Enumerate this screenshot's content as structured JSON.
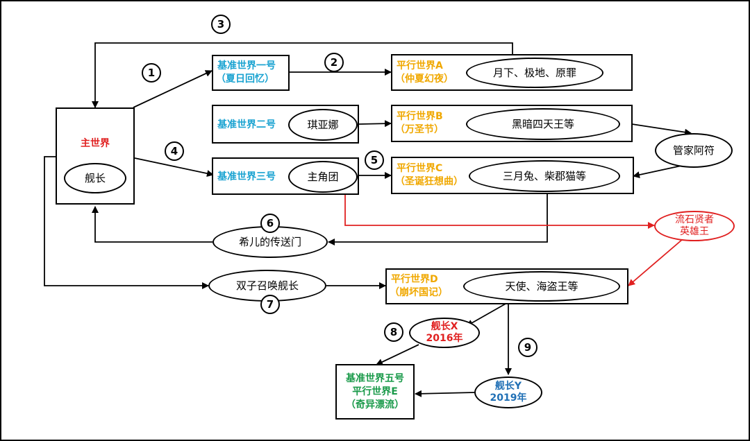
{
  "main_world": {
    "title": "主世界",
    "captain": "舰长"
  },
  "base_world_1": {
    "line1": "基准世界一号",
    "line2": "（夏日回忆）"
  },
  "base_world_2": {
    "label": "基准世界二号",
    "character": "琪亚娜"
  },
  "base_world_3": {
    "label": "基准世界三号",
    "character": "主角团"
  },
  "parallel_a": {
    "line1": "平行世界A",
    "line2": "（仲夏幻夜）",
    "characters": "月下、极地、原罪"
  },
  "parallel_b": {
    "line1": "平行世界B",
    "line2": "（万圣节）",
    "characters": "黑暗四天王等"
  },
  "parallel_c": {
    "line1": "平行世界C",
    "line2": "（圣诞狂想曲）",
    "characters": "三月兔、柴郡猫等"
  },
  "parallel_d": {
    "line1": "平行世界D",
    "line2": "（崩坏国记）",
    "characters": "天使、海盗王等"
  },
  "butler": "管家阿符",
  "sage": {
    "line1": "流石贤者",
    "line2": "英雄王"
  },
  "portal": "希儿的传送门",
  "twins": "双子召唤舰长",
  "captain_x": {
    "line1": "舰长X",
    "line2": "2016年"
  },
  "captain_y": {
    "line1": "舰长Y",
    "line2": "2019年"
  },
  "base_world_5": {
    "line1": "基准世界五号",
    "line2": "平行世界E",
    "line3": "（奇异漂流）"
  },
  "steps": [
    "1",
    "2",
    "3",
    "4",
    "5",
    "6",
    "7",
    "8",
    "9"
  ],
  "colors": {
    "cyan": "#1aa3d1",
    "gold": "#f0a800",
    "red": "#e02020",
    "green": "#1a9a4a",
    "blue": "#1f6fb5"
  }
}
